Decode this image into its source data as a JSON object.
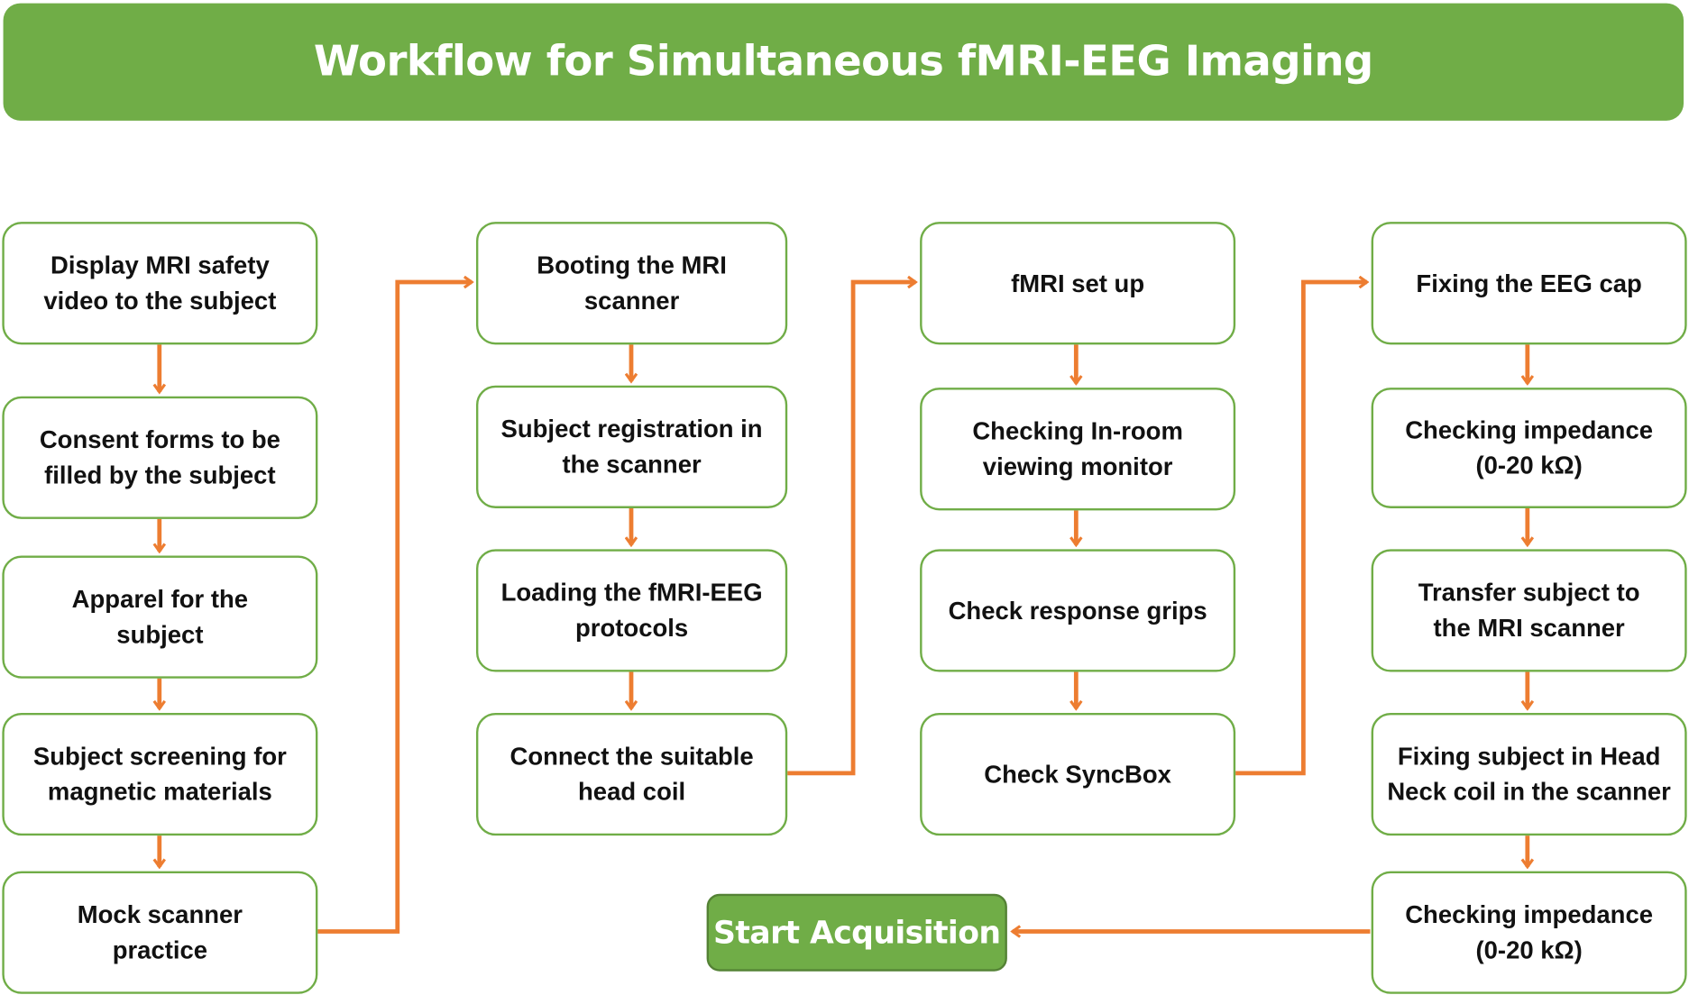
{
  "title": "Workflow for Simultaneous fMRI-EEG Imaging",
  "colors": {
    "accent": "#70AD47",
    "arrow": "#ED7D31",
    "border": "#70AD47"
  },
  "columns": [
    {
      "steps": [
        "Display MRI safety video to the subject",
        "Consent forms to be filled by the subject",
        "Apparel for the subject",
        "Subject screening for magnetic materials",
        "Mock scanner practice"
      ]
    },
    {
      "steps": [
        "Booting the MRI scanner",
        "Subject registration in the scanner",
        "Loading the fMRI-EEG protocols",
        "Connect the suitable head coil"
      ]
    },
    {
      "steps": [
        "fMRI set up",
        "Checking In-room viewing monitor",
        "Check response grips",
        "Check SyncBox"
      ]
    },
    {
      "steps": [
        "Fixing the EEG cap",
        "Checking impedance (0-20 kΩ)",
        "Transfer subject to the MRI scanner",
        "Fixing subject in Head Neck coil in the scanner",
        "Checking impedance (0-20 kΩ)"
      ]
    }
  ],
  "final_step": "Start Acquisition"
}
